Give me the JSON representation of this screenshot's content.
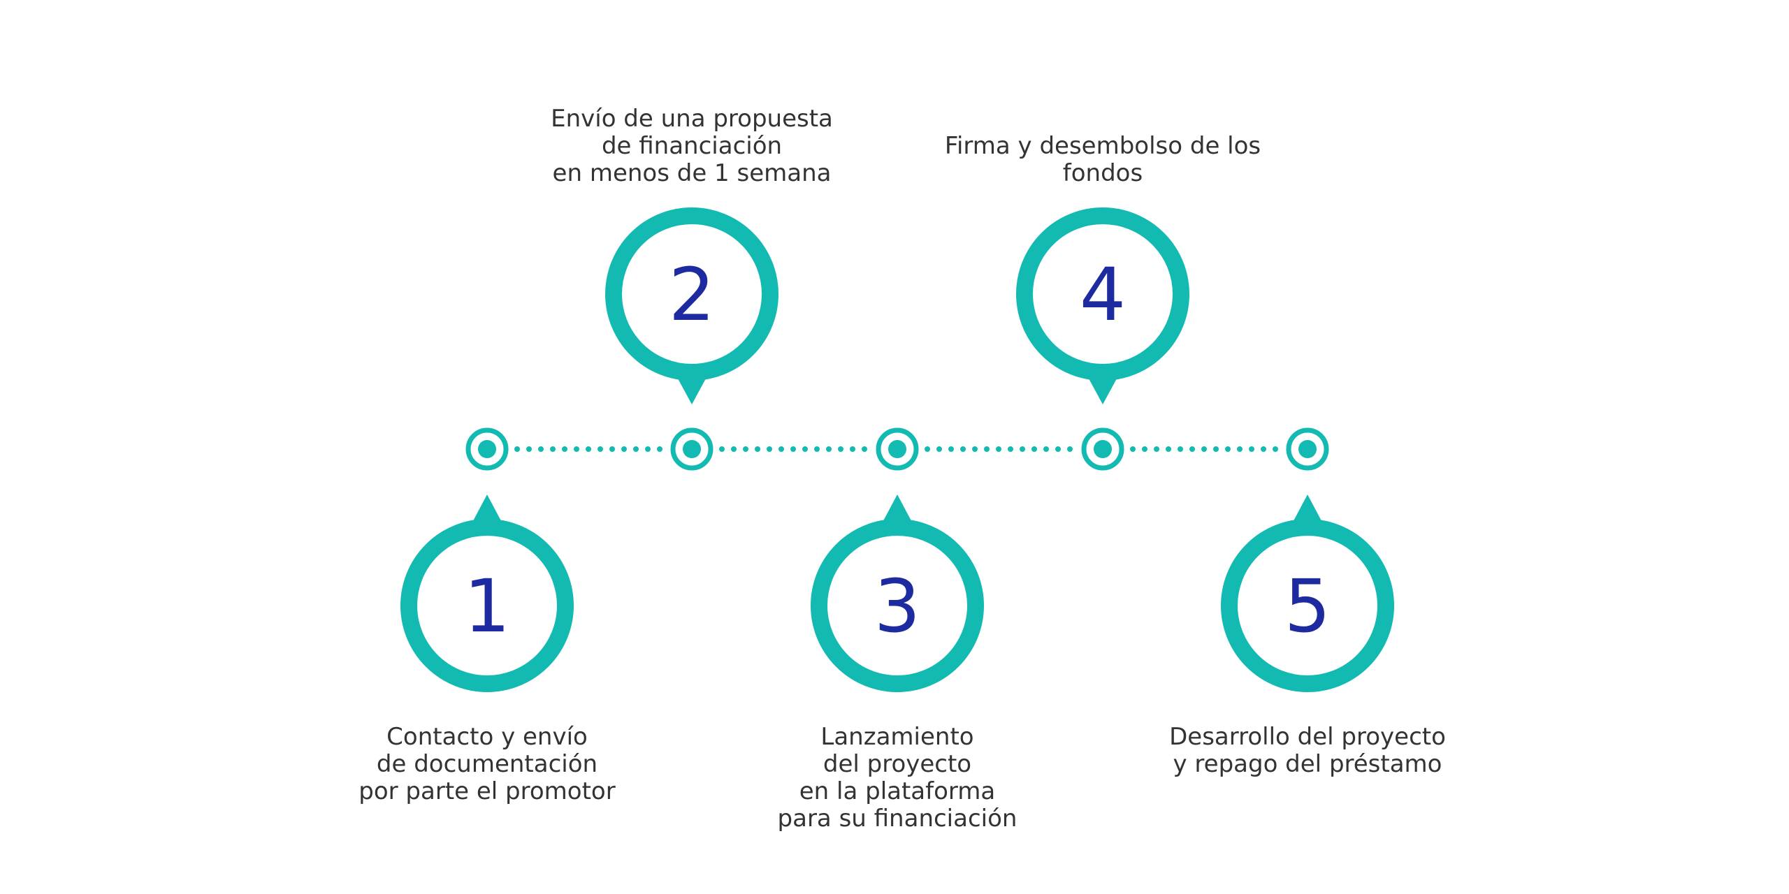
{
  "colors": {
    "accent": "#12BAB2",
    "number": "#1E2A9F",
    "text": "#333333",
    "background": "#FFFFFF"
  },
  "steps": [
    {
      "number": "1",
      "label": "Contacto y envío\nde documentación\npor parte el promotor",
      "position": "below"
    },
    {
      "number": "2",
      "label": "Envío de una propuesta\nde financiación\nen menos de 1 semana",
      "position": "above"
    },
    {
      "number": "3",
      "label": "Lanzamiento\ndel proyecto\nen la plataforma\npara su financiación",
      "position": "below"
    },
    {
      "number": "4",
      "label": "Firma y desembolso de los\nfondos",
      "position": "above"
    },
    {
      "number": "5",
      "label": "Desarrollo del proyecto\ny repago del préstamo",
      "position": "below"
    }
  ]
}
